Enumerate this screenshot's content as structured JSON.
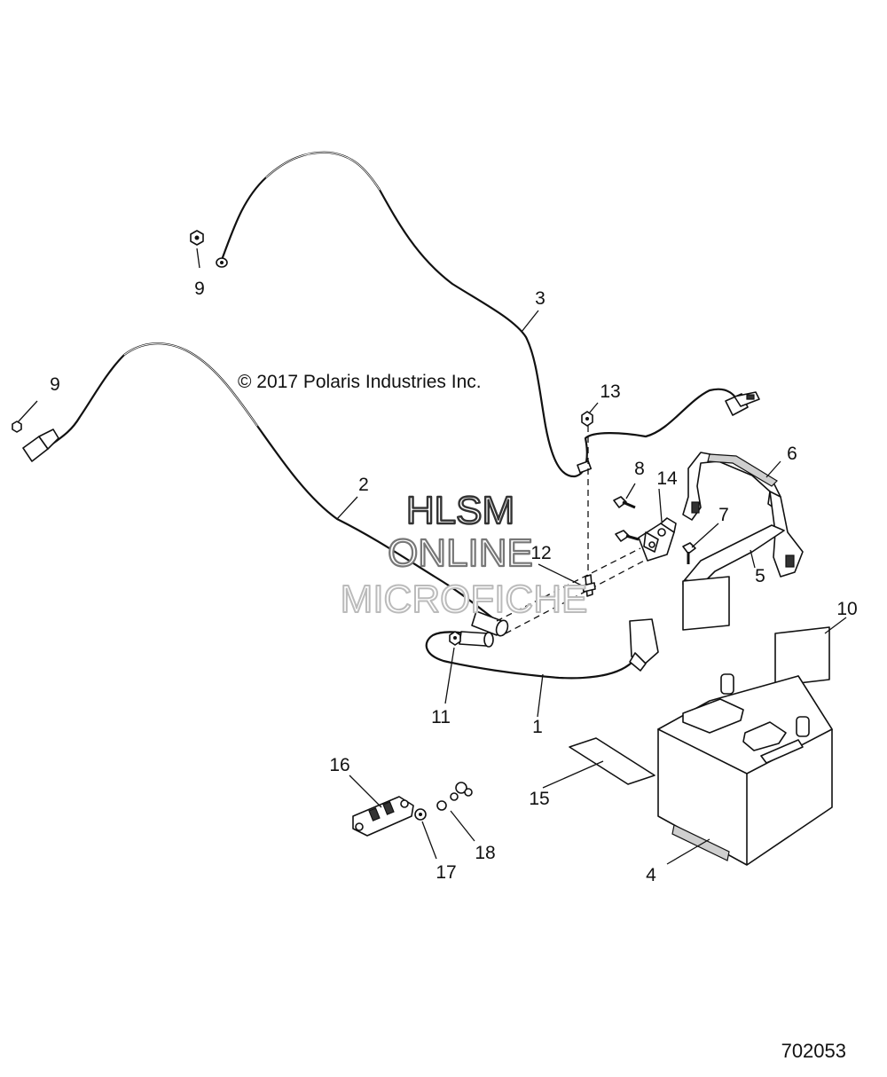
{
  "copyright": "© 2017 Polaris Industries Inc.",
  "figure_number": "702053",
  "watermark": {
    "line1": "HLSM",
    "line2": "ONLINE",
    "line3": "MICROFICHE"
  },
  "callouts": {
    "c1": "1",
    "c2": "2",
    "c3": "3",
    "c4": "4",
    "c5": "5",
    "c6": "6",
    "c7": "7",
    "c8": "8",
    "c9a": "9",
    "c9b": "9",
    "c10": "10",
    "c11": "11",
    "c12": "12",
    "c13": "13",
    "c14": "14",
    "c15": "15",
    "c16": "16",
    "c17": "17",
    "c18": "18"
  }
}
